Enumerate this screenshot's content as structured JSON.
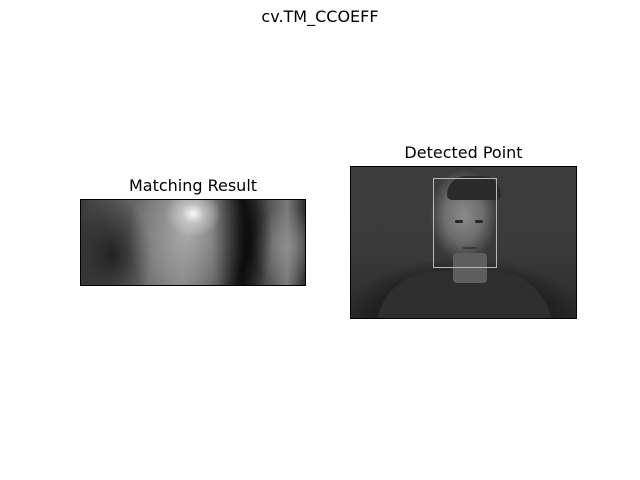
{
  "figure": {
    "suptitle": "cv.TM_CCOEFF"
  },
  "panels": [
    {
      "title": "Matching Result"
    },
    {
      "title": "Detected Point"
    }
  ]
}
